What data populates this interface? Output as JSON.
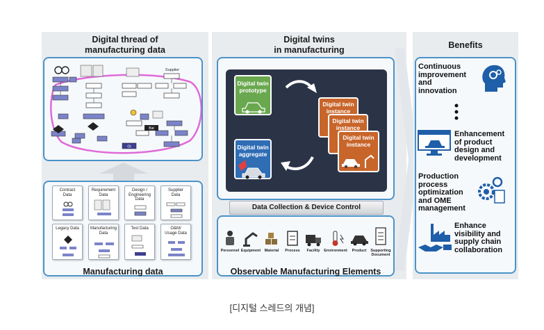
{
  "sections": {
    "thread_title": "Digital thread of\nmanufacturing data",
    "twins_title": "Digital twins\nin manufacturing",
    "benefits_title": "Benefits",
    "manufacturing_data_title": "Manufacturing data",
    "data_collection_label": "Data Collection & Device Control",
    "observable_title": "Observable Manufacturing Elements"
  },
  "thread_labels": {
    "supplier": "Supplier",
    "ot": "Ot",
    "bat": "Bat"
  },
  "data_cards": [
    {
      "label": "Contract\nData"
    },
    {
      "label": "Requirement\nData"
    },
    {
      "label": "Design /\nEngineering\nData"
    },
    {
      "label": "Supplier\nData"
    },
    {
      "label": "Legacy Data"
    },
    {
      "label": "Manufacturing\nData"
    },
    {
      "label": "Test Data"
    },
    {
      "label": "O&M/\nUsage Data"
    }
  ],
  "twins": {
    "prototype": "Digital twin\nprototype",
    "aggregate": "Digital twin\naggregate",
    "instance": "Digital twin\ninstance",
    "colors": {
      "prototype": "#6aa84f",
      "aggregate": "#2f6db5",
      "instance": "#c8652a",
      "screen": "#2b3447",
      "border": "#4a93c8"
    }
  },
  "ome": [
    {
      "label": "Personnel"
    },
    {
      "label": "Equipment"
    },
    {
      "label": "Material"
    },
    {
      "label": "Process"
    },
    {
      "label": "Facility"
    },
    {
      "label": "Environment"
    },
    {
      "label": "Product"
    },
    {
      "label": "Supporting\nDocument"
    }
  ],
  "benefits": [
    {
      "text": "Continuous\nimprovement\nand\ninnovation",
      "icon": "head-gears-icon"
    },
    {
      "text": "Enhancement\nof product\ndesign and\ndevelopment",
      "icon": "monitor-car-icon"
    },
    {
      "text": "Production\nprocess\noptimization\nand OME\nmanagement",
      "icon": "gears-icon"
    },
    {
      "text": "Enhance\nvisibility and\nsupply chain\ncollaboration",
      "icon": "factory-handshake-icon"
    }
  ],
  "caption": "[디지털 스레드의 개념]"
}
